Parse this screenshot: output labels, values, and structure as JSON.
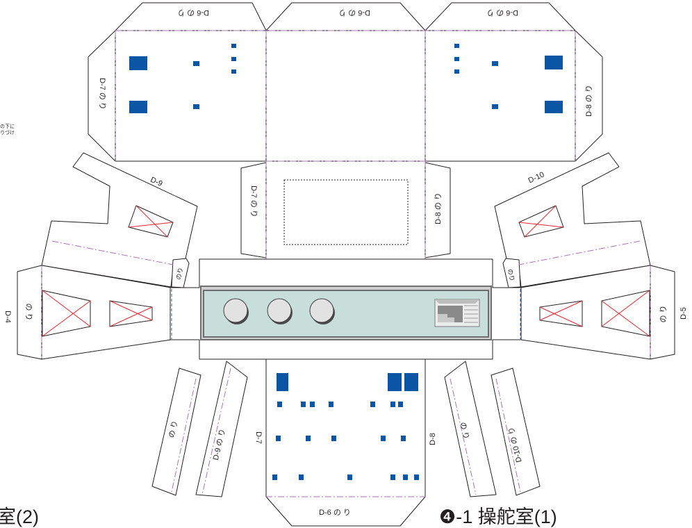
{
  "colors": {
    "panel_blue": "#0b56a4",
    "fold_purple": "#a672b4",
    "valley_blue": "#2e6db4",
    "cut_red": "#e3262b",
    "window_teal": "#c8dedb"
  },
  "sheet": {
    "title_left": "室(2)",
    "title_right": "❹-1 操舵室(1)",
    "side_note_line1": "の下に",
    "side_note_line2": "りづけ"
  },
  "labels": {
    "top_flap_left": "D-6 の り",
    "top_flap_center": "D-6 の り",
    "top_flap_right": "D-6 の り",
    "top_left_side_flap": "D-7 の り",
    "top_right_side_flap": "D-8 の り",
    "mid_left_flap": "D-7 の り",
    "mid_right_flap": "D-8 の り",
    "d9": "D-9",
    "d10": "D-10",
    "left_small_tab": "のり",
    "right_small_tab": "のり",
    "d4": "D-4",
    "d4_glue": "の り",
    "d5": "D-5",
    "d5_glue": "の り",
    "bottom_strip_1": "の り",
    "bottom_strip_2": "D-9 の り",
    "bottom_strip_3": "の り",
    "bottom_strip_4": "D-10 の り",
    "bottom_left_edge": "D-7",
    "bottom_right_edge": "D-8",
    "bottom_flap": "D-6 の り"
  }
}
